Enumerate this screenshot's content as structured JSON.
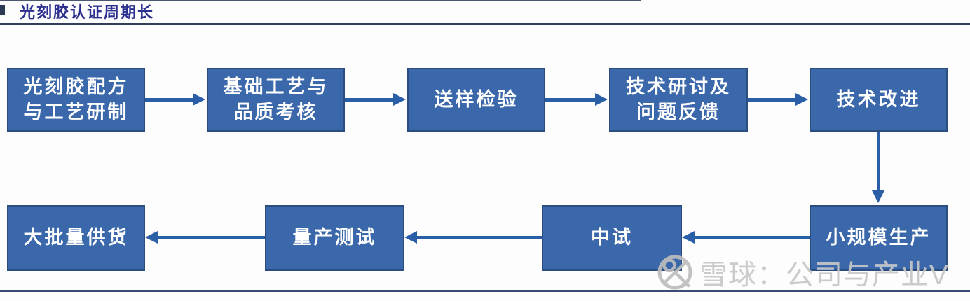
{
  "page": {
    "title": "光刻胶认证周期长"
  },
  "flow": {
    "steps": [
      {
        "id": "formula-development",
        "label": "光刻胶配方\n与工艺研制"
      },
      {
        "id": "basic-process-qa",
        "label": "基础工艺与\n品质考核"
      },
      {
        "id": "sample-inspection",
        "label": "送样检验"
      },
      {
        "id": "tech-discussion",
        "label": "技术研讨及\n问题反馈"
      },
      {
        "id": "tech-improvement",
        "label": "技术改进"
      },
      {
        "id": "small-scale-production",
        "label": "小规模生产"
      },
      {
        "id": "pilot-test",
        "label": "中试"
      },
      {
        "id": "mass-production-test",
        "label": "量产测试"
      },
      {
        "id": "bulk-supply",
        "label": "大批量供货"
      }
    ]
  },
  "watermark": {
    "logo_icon": "xueqiu-snowball-logo",
    "text": "雪球：公司与产业V"
  },
  "colors": {
    "box_fill": "#3b68aa",
    "box_border": "#2c4d80",
    "arrow": "#2a5fa8",
    "title_text": "#2b2f8e",
    "rule_line": "#333f58",
    "watermark_gray": "#c7c7c7"
  }
}
